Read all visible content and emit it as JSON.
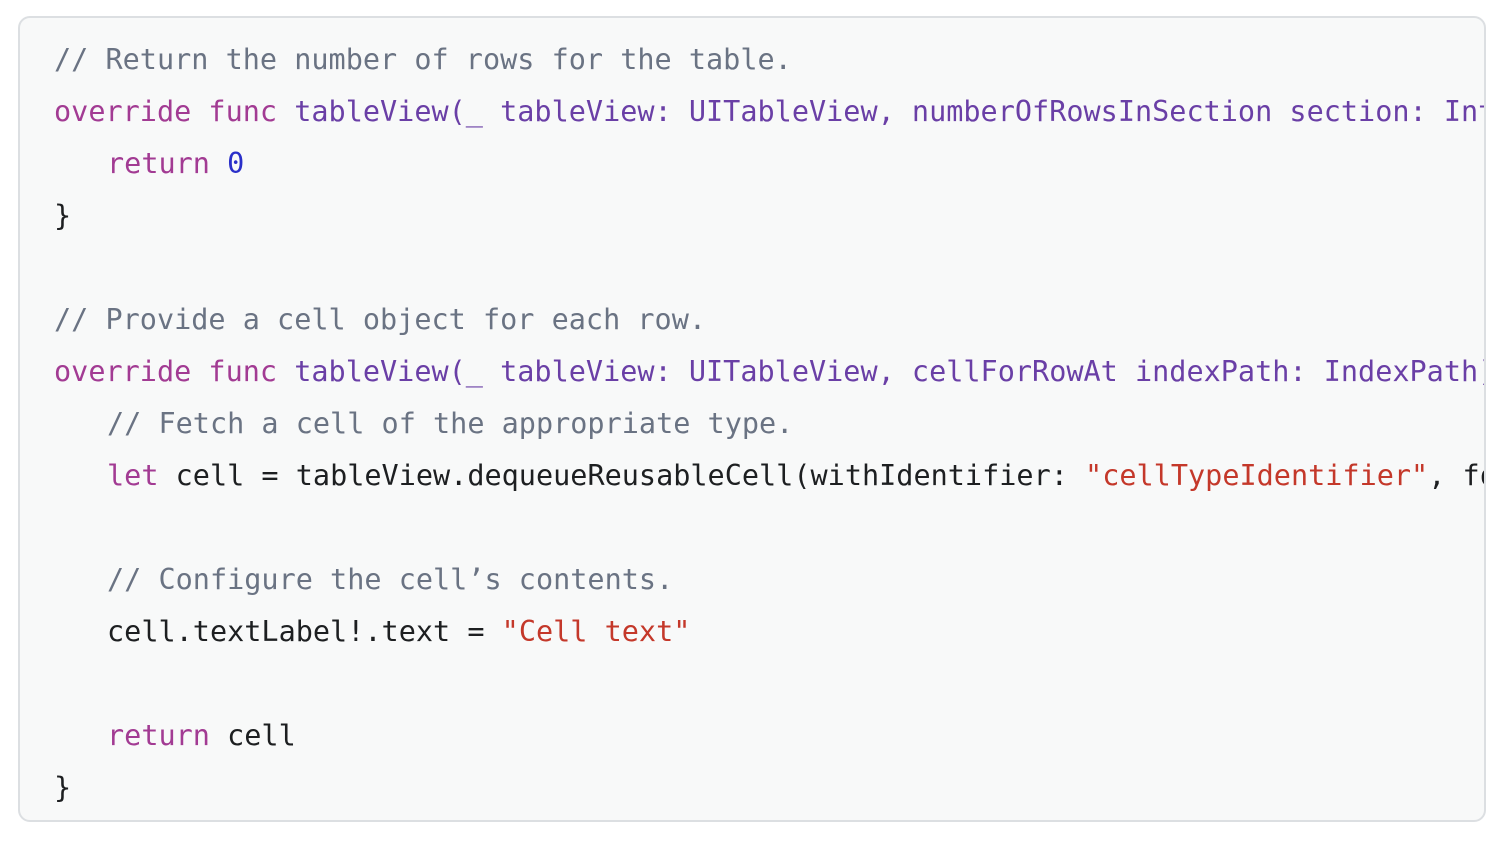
{
  "colors": {
    "background": "#f8f9f9",
    "border": "#dcdfe2",
    "comment": "#6a7383",
    "keyword": "#a23b93",
    "declaration": "#6a3fa6",
    "number": "#2a2fc9",
    "string": "#c4382a",
    "plain": "#1d1f21"
  },
  "code": {
    "lines": [
      {
        "indent": 0,
        "tokens": [
          {
            "t": "comment",
            "text": "// Return the number of rows for the table."
          }
        ]
      },
      {
        "indent": 0,
        "tokens": [
          {
            "t": "keyword",
            "text": "override func "
          },
          {
            "t": "funcname",
            "text": "tableView(_ tableView: UITableView, numberOfRowsInSection section: Int) -> Int {"
          }
        ]
      },
      {
        "indent": 1,
        "tokens": [
          {
            "t": "keyword",
            "text": "return "
          },
          {
            "t": "number",
            "text": "0"
          }
        ]
      },
      {
        "indent": 0,
        "tokens": [
          {
            "t": "plain",
            "text": "}"
          }
        ]
      },
      {
        "indent": 0,
        "tokens": [
          {
            "t": "plain",
            "text": ""
          }
        ]
      },
      {
        "indent": 0,
        "tokens": [
          {
            "t": "comment",
            "text": "// Provide a cell object for each row."
          }
        ]
      },
      {
        "indent": 0,
        "tokens": [
          {
            "t": "keyword",
            "text": "override func "
          },
          {
            "t": "funcname",
            "text": "tableView(_ tableView: UITableView, cellForRowAt indexPath: IndexPath) -> UITableViewCell {"
          }
        ]
      },
      {
        "indent": 1,
        "tokens": [
          {
            "t": "comment",
            "text": "// Fetch a cell of the appropriate type."
          }
        ]
      },
      {
        "indent": 1,
        "tokens": [
          {
            "t": "keyword",
            "text": "let "
          },
          {
            "t": "plain",
            "text": "cell = tableView.dequeueReusableCell(withIdentifier: "
          },
          {
            "t": "string",
            "text": "\"cellTypeIdentifier\""
          },
          {
            "t": "plain",
            "text": ", for: indexPath)"
          }
        ]
      },
      {
        "indent": 0,
        "tokens": [
          {
            "t": "plain",
            "text": ""
          }
        ]
      },
      {
        "indent": 1,
        "tokens": [
          {
            "t": "comment",
            "text": "// Configure the cell’s contents."
          }
        ]
      },
      {
        "indent": 1,
        "tokens": [
          {
            "t": "plain",
            "text": "cell.textLabel!.text = "
          },
          {
            "t": "string",
            "text": "\"Cell text\""
          }
        ]
      },
      {
        "indent": 0,
        "tokens": [
          {
            "t": "plain",
            "text": ""
          }
        ]
      },
      {
        "indent": 1,
        "tokens": [
          {
            "t": "keyword",
            "text": "return "
          },
          {
            "t": "plain",
            "text": "cell"
          }
        ]
      },
      {
        "indent": 0,
        "tokens": [
          {
            "t": "plain",
            "text": "}"
          }
        ]
      }
    ]
  }
}
